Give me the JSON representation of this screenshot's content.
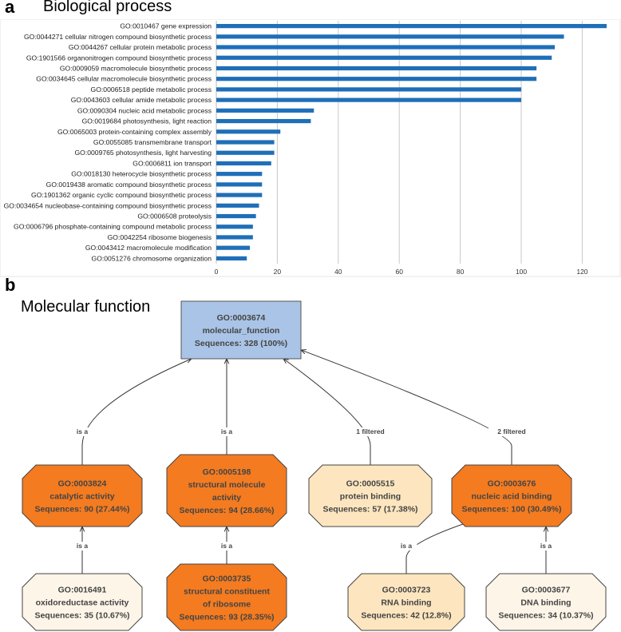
{
  "panel_a": {
    "letter": "a",
    "title": "Biological process"
  },
  "chart_data": {
    "type": "bar",
    "orientation": "horizontal",
    "title": "Biological process",
    "categories": [
      "GO:0010467 gene expression",
      "GO:0044271 cellular nitrogen compound biosynthetic process",
      "GO:0044267 cellular protein metabolic process",
      "GO:1901566 organonitrogen compound biosynthetic process",
      "GO:0009059 macromolecule biosynthetic process",
      "GO:0034645 cellular macromolecule biosynthetic process",
      "GO:0006518 peptide metabolic process",
      "GO:0043603 cellular amide metabolic process",
      "GO:0090304 nucleic acid metabolic process",
      "GO:0019684 photosynthesis, light reaction",
      "GO:0065003 protein-containing complex assembly",
      "GO:0055085 transmembrane transport",
      "GO:0009765 photosynthesis, light harvesting",
      "GO:0006811 ion transport",
      "GO:0018130 heterocycle biosynthetic process",
      "GO:0019438 aromatic compound biosynthetic process",
      "GO:1901362 organic cyclic compound biosynthetic process",
      "GO:0034654 nucleobase-containing compound biosynthetic process",
      "GO:0006508 proteolysis",
      "GO:0006796 phosphate-containing compound metabolic process",
      "GO:0042254 ribosome biogenesis",
      "GO:0043412 macromolecule modification",
      "GO:0051276 chromosome organization"
    ],
    "values": [
      128,
      114,
      111,
      110,
      105,
      105,
      100,
      100,
      32,
      31,
      21,
      19,
      19,
      18,
      15,
      15,
      15,
      14,
      13,
      12,
      12,
      11,
      10
    ],
    "xlim": [
      0,
      128
    ],
    "xticks": [
      0,
      20,
      40,
      60,
      80,
      100,
      120
    ],
    "xlabel": "",
    "ylabel": "",
    "grid": true,
    "bar_color": "#1f6fb8"
  },
  "panel_b": {
    "letter": "b",
    "title": "Molecular function",
    "colors": {
      "root_fill": "#a9c4e6",
      "dark_fill": "#f47b20",
      "light_fill": "#fde6bf",
      "pale_fill": "#fdf5e8",
      "node_text": "#444444",
      "edge": "#333333"
    },
    "nodes": [
      {
        "id": "GO:0003674",
        "name": "molecular_function",
        "seq": "Sequences: 328 (100%)",
        "style": "root"
      },
      {
        "id": "GO:0003824",
        "name": "catalytic activity",
        "seq": "Sequences: 90 (27.44%)",
        "style": "dark"
      },
      {
        "id": "GO:0005198",
        "name": "structural molecule activity",
        "seq": "Sequences: 94 (28.66%)",
        "style": "dark"
      },
      {
        "id": "GO:0005515",
        "name": "protein binding",
        "seq": "Sequences: 57 (17.38%)",
        "style": "light"
      },
      {
        "id": "GO:0003676",
        "name": "nucleic acid binding",
        "seq": "Sequences: 100 (30.49%)",
        "style": "dark"
      },
      {
        "id": "GO:0016491",
        "name": "oxidoreductase activity",
        "seq": "Sequences: 35 (10.67%)",
        "style": "pale"
      },
      {
        "id": "GO:0003735",
        "name": "structural constituent of ribosome",
        "seq": "Sequences: 93 (28.35%)",
        "style": "dark"
      },
      {
        "id": "GO:0003723",
        "name": "RNA binding",
        "seq": "Sequences: 42 (12.8%)",
        "style": "light"
      },
      {
        "id": "GO:0003677",
        "name": "DNA binding",
        "seq": "Sequences: 34 (10.37%)",
        "style": "pale"
      }
    ],
    "edges": [
      {
        "from": "GO:0003824",
        "to": "GO:0003674",
        "label": "is a"
      },
      {
        "from": "GO:0005198",
        "to": "GO:0003674",
        "label": "is a"
      },
      {
        "from": "GO:0005515",
        "to": "GO:0003674",
        "label": "1 filtered"
      },
      {
        "from": "GO:0003676",
        "to": "GO:0003674",
        "label": "2 filtered"
      },
      {
        "from": "GO:0016491",
        "to": "GO:0003824",
        "label": "is a"
      },
      {
        "from": "GO:0003735",
        "to": "GO:0005198",
        "label": "is a"
      },
      {
        "from": "GO:0003723",
        "to": "GO:0003676",
        "label": "is a"
      },
      {
        "from": "GO:0003677",
        "to": "GO:0003676",
        "label": "is a"
      }
    ]
  }
}
